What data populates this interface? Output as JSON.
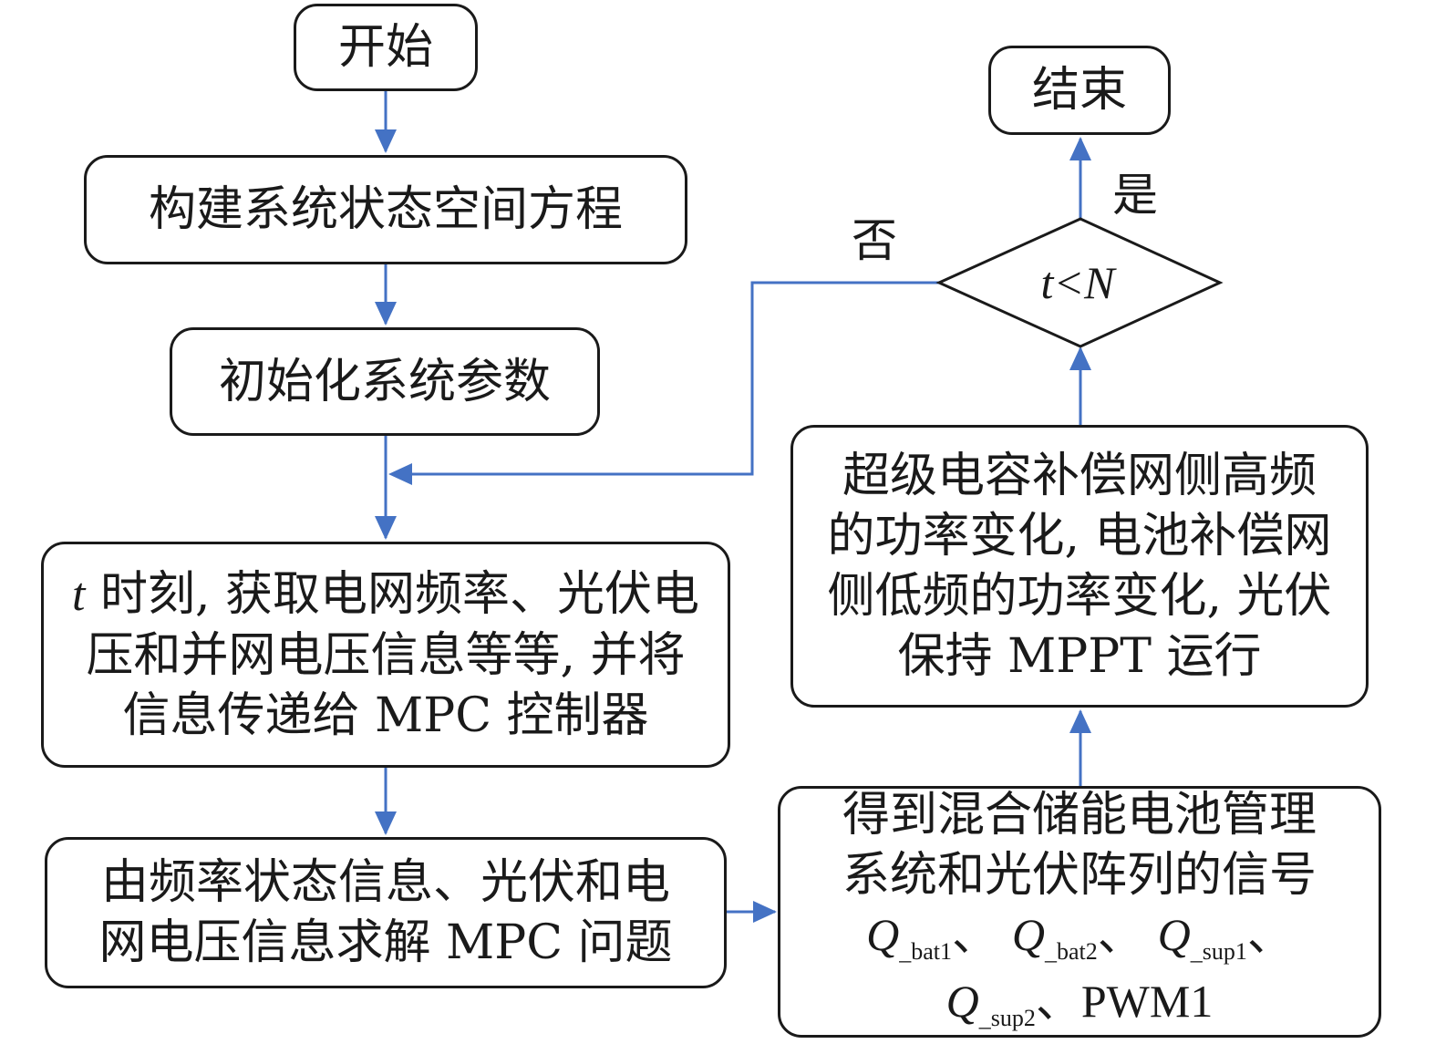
{
  "nodes": {
    "start": {
      "label": "开始"
    },
    "build_equation": {
      "label": "构建系统状态空间方程"
    },
    "init_params": {
      "label": "初始化系统参数"
    },
    "acquire_info": {
      "t_symbol": "t",
      "line1": " 时刻, 获取电网频率、光伏电",
      "line2": "压和并网电压信息等等, 并将",
      "line3": "信息传递给 MPC 控制器"
    },
    "solve_mpc": {
      "line1": "由频率状态信息、光伏和电",
      "line2": "网电压信息求解 MPC 问题"
    },
    "get_signals": {
      "line1": "得到混合储能电池管理",
      "line2": "系统和光伏阵列的信号",
      "q1": "Q",
      "q1_sub": "_bat1",
      "sep1": "、",
      "q2": "Q",
      "q2_sub": "_bat2",
      "sep2": "、",
      "q3": "Q",
      "q3_sub": "_sup1",
      "sep3": "、",
      "q4": "Q",
      "q4_sub": "_sup2",
      "sep4": "、",
      "pwm": "PWM1"
    },
    "compensate": {
      "line1": "超级电容补偿网侧高频",
      "line2": "的功率变化, 电池补偿网",
      "line3": "侧低频的功率变化, 光伏",
      "line4": "保持 MPPT 运行"
    },
    "decision": {
      "label": "t<N"
    },
    "end": {
      "label": "结束"
    }
  },
  "edge_labels": {
    "yes": "是",
    "no": "否"
  },
  "colors": {
    "arrow": "#4472c4",
    "border": "#1a1a1a"
  }
}
